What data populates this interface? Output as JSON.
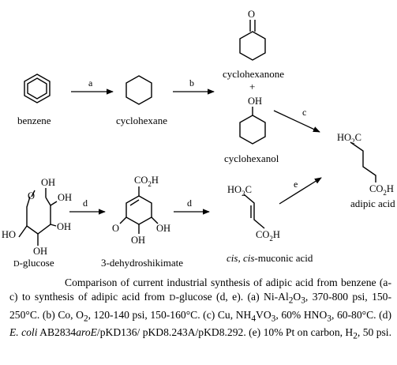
{
  "compounds": {
    "benzene": "benzene",
    "cyclohexane": "cyclohexane",
    "cyclohexanone": "cyclohexanone",
    "plus": "+",
    "cyclohexanol": "cyclohexanol",
    "adipic_acid": "adipic acid",
    "d_glucose_prefix": "D",
    "d_glucose_rest": "-glucose",
    "dhs": "3-dehydroshikimate",
    "muconic_italic": "cis, cis",
    "muconic_rest": "-muconic acid"
  },
  "steps": {
    "a": "a",
    "b": "b",
    "c": "c",
    "d": "d",
    "e": "e"
  },
  "atoms": {
    "O": "O",
    "OH": "OH",
    "HO": "HO",
    "CO2H": "CO",
    "HO2C": "HO",
    "sub2": "2",
    "H": "H",
    "C": "C"
  },
  "caption": {
    "p1": "Comparison of current industrial synthesis of adipic acid from benzene (a-c) to synthesis of adipic acid from ",
    "d": "D",
    "p2": "-glucose (d, e). (a) Ni-Al",
    "p3": "O",
    "p4": ", 370-800 psi, 150-250°C. (b) Co, O",
    "p5": ", 120-140 psi, 150-160°C. (c) Cu, NH",
    "p6": "VO",
    "p7": ", 60% HNO",
    "p8": ", 60-80°C. (d) ",
    "ecoli": "E. coli",
    "p9": " AB2834",
    "aroE": "aroE",
    "p10": "/pKD136/ pKD8.243A/pKD8.292. (e) 10% Pt on carbon, H",
    "p11": ", 50 psi.",
    "s2": "2",
    "s3": "3",
    "s4": "4"
  }
}
